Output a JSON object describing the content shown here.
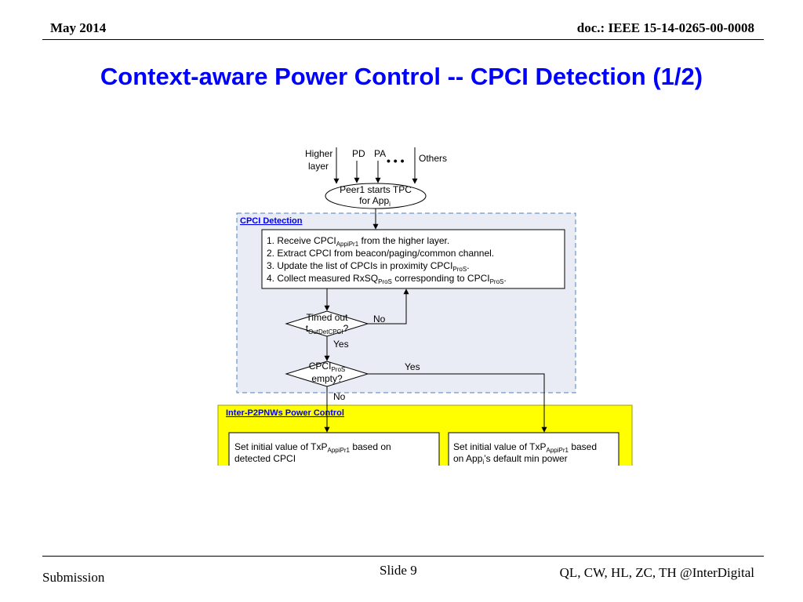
{
  "header": {
    "date": "May 2014",
    "doc_id": "doc.: IEEE 15-14-0265-00-0008"
  },
  "title": "Context-aware Power Control -- CPCI Detection (1/2)",
  "footer": {
    "left": "Submission",
    "center": "Slide 9",
    "right": "QL, CW, HL, ZC, TH @InterDigital"
  },
  "diagram": {
    "inputs": {
      "higher": "Higher",
      "layer": "layer",
      "pd": "PD",
      "pa": "PA",
      "ellipsis": "• • •",
      "others": "Others"
    },
    "start": {
      "line1": "Peer1 starts TPC",
      "line2_pre": "for App",
      "line2_sub": "i"
    },
    "cpci_section": "CPCI Detection",
    "steps": {
      "s1_pre": "1. Receive CPCI",
      "s1_sub": "AppiPr1",
      "s1_post": " from the higher layer.",
      "s2": "2. Extract CPCI from beacon/paging/common channel.",
      "s3_pre": "3. Update the list of CPCIs in proximity CPCI",
      "s3_sub": "ProS",
      "s3_post": ".",
      "s4_pre": "4. Collect measured RxSQ",
      "s4_sub": "ProS",
      "s4_mid": " corresponding to CPCI",
      "s4_sub2": "ProS",
      "s4_post": "."
    },
    "decision1": {
      "line1": "Timed out",
      "line2_pre": "t",
      "line2_sub": "OutDetCPCI",
      "line2_post": "?"
    },
    "no1": "No",
    "yes1": "Yes",
    "decision2": {
      "line1_pre": "CPCI",
      "line1_sub": "ProS",
      "line2": "empty?"
    },
    "yes2": "Yes",
    "no2": "No",
    "inter_section": "Inter-P2PNWs Power Control",
    "box_left": {
      "line1_pre": "Set initial value of TxP",
      "line1_sub": "AppiPr1",
      "line1_post": "  based on",
      "line2": "detected CPCI"
    },
    "box_right": {
      "line1_pre": "Set initial value of TxP",
      "line1_sub": "AppiPr1",
      "line1_post": "  based",
      "line2_pre": "on  App",
      "line2_sub": "i",
      "line2_post": "’s default min power"
    },
    "colors": {
      "cpci_bg": "#e9ecf5",
      "cpci_border": "#4f81bd",
      "inter_bg": "#ffff00",
      "inter_border": "#9c9c00",
      "title": "#0000ff"
    }
  }
}
